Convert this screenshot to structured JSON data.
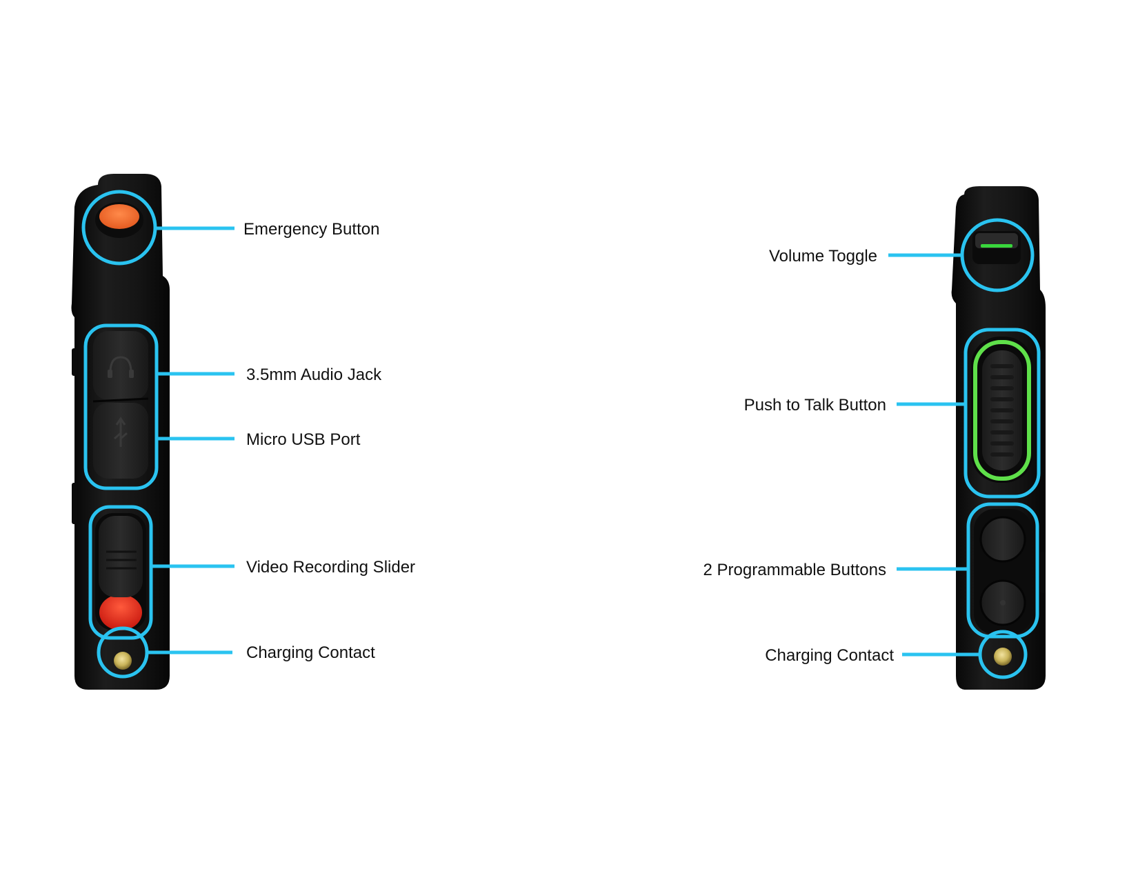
{
  "left_device": {
    "callouts": {
      "emergency_button": "Emergency Button",
      "audio_jack": "3.5mm Audio Jack",
      "micro_usb": "Micro USB Port",
      "video_slider": "Video Recording Slider",
      "charging_contact": "Charging Contact"
    }
  },
  "right_device": {
    "callouts": {
      "volume_toggle": "Volume Toggle",
      "push_to_talk": "Push to Talk Button",
      "programmable_buttons": "2 Programmable Buttons",
      "charging_contact": "Charging Contact"
    }
  },
  "colors": {
    "callout_highlight": "#2ac3f0",
    "emergency_button": "#f0611f",
    "recording_slider": "#e8261b",
    "ptt_ring": "#5fe04a",
    "volume_indicator": "#39d63c",
    "contact_brass": "#c9b45a",
    "device_body": "#121212"
  },
  "icons": {
    "audio_jack_cover": "headset-icon",
    "usb_cover": "usb-icon",
    "programmable_button": "circle-dot-icon"
  }
}
